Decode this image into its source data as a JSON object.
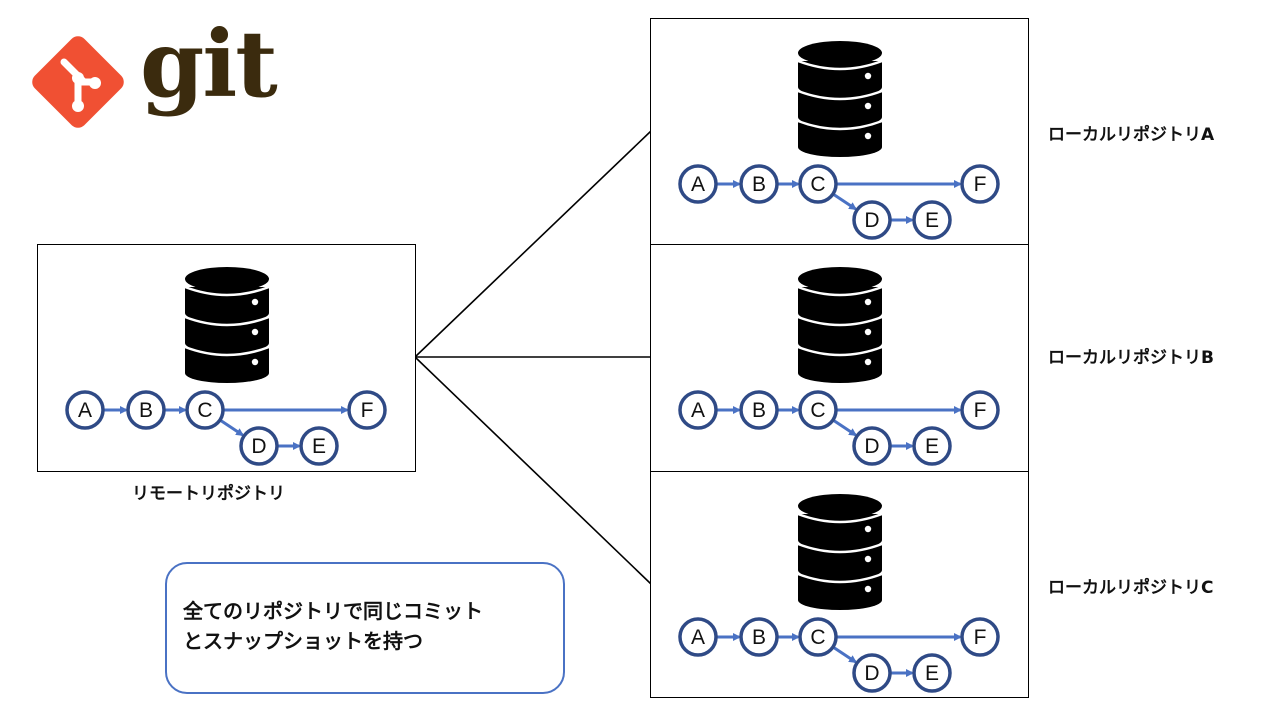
{
  "logo": {
    "wordmark": "git",
    "icon": "git-logo-icon",
    "colors": {
      "mark": "#f05033",
      "word": "#3b2b0e"
    }
  },
  "remote": {
    "label": "リモートリポジトリ",
    "commits": [
      "A",
      "B",
      "C",
      "D",
      "E",
      "F"
    ]
  },
  "locals": [
    {
      "label": "ローカルリポジトリA",
      "commits": [
        "A",
        "B",
        "C",
        "D",
        "E",
        "F"
      ]
    },
    {
      "label": "ローカルリポジトリB",
      "commits": [
        "A",
        "B",
        "C",
        "D",
        "E",
        "F"
      ]
    },
    {
      "label": "ローカルリポジトリC",
      "commits": [
        "A",
        "B",
        "C",
        "D",
        "E",
        "F"
      ]
    }
  ],
  "note": {
    "line1": "全てのリポジトリで同じコミット",
    "line2": "とスナップショットを持つ"
  },
  "colors": {
    "commit_stroke": "#2f4a86",
    "arrow": "#4a72c4",
    "database": "#000000"
  },
  "icons": {
    "database": "database-icon"
  }
}
